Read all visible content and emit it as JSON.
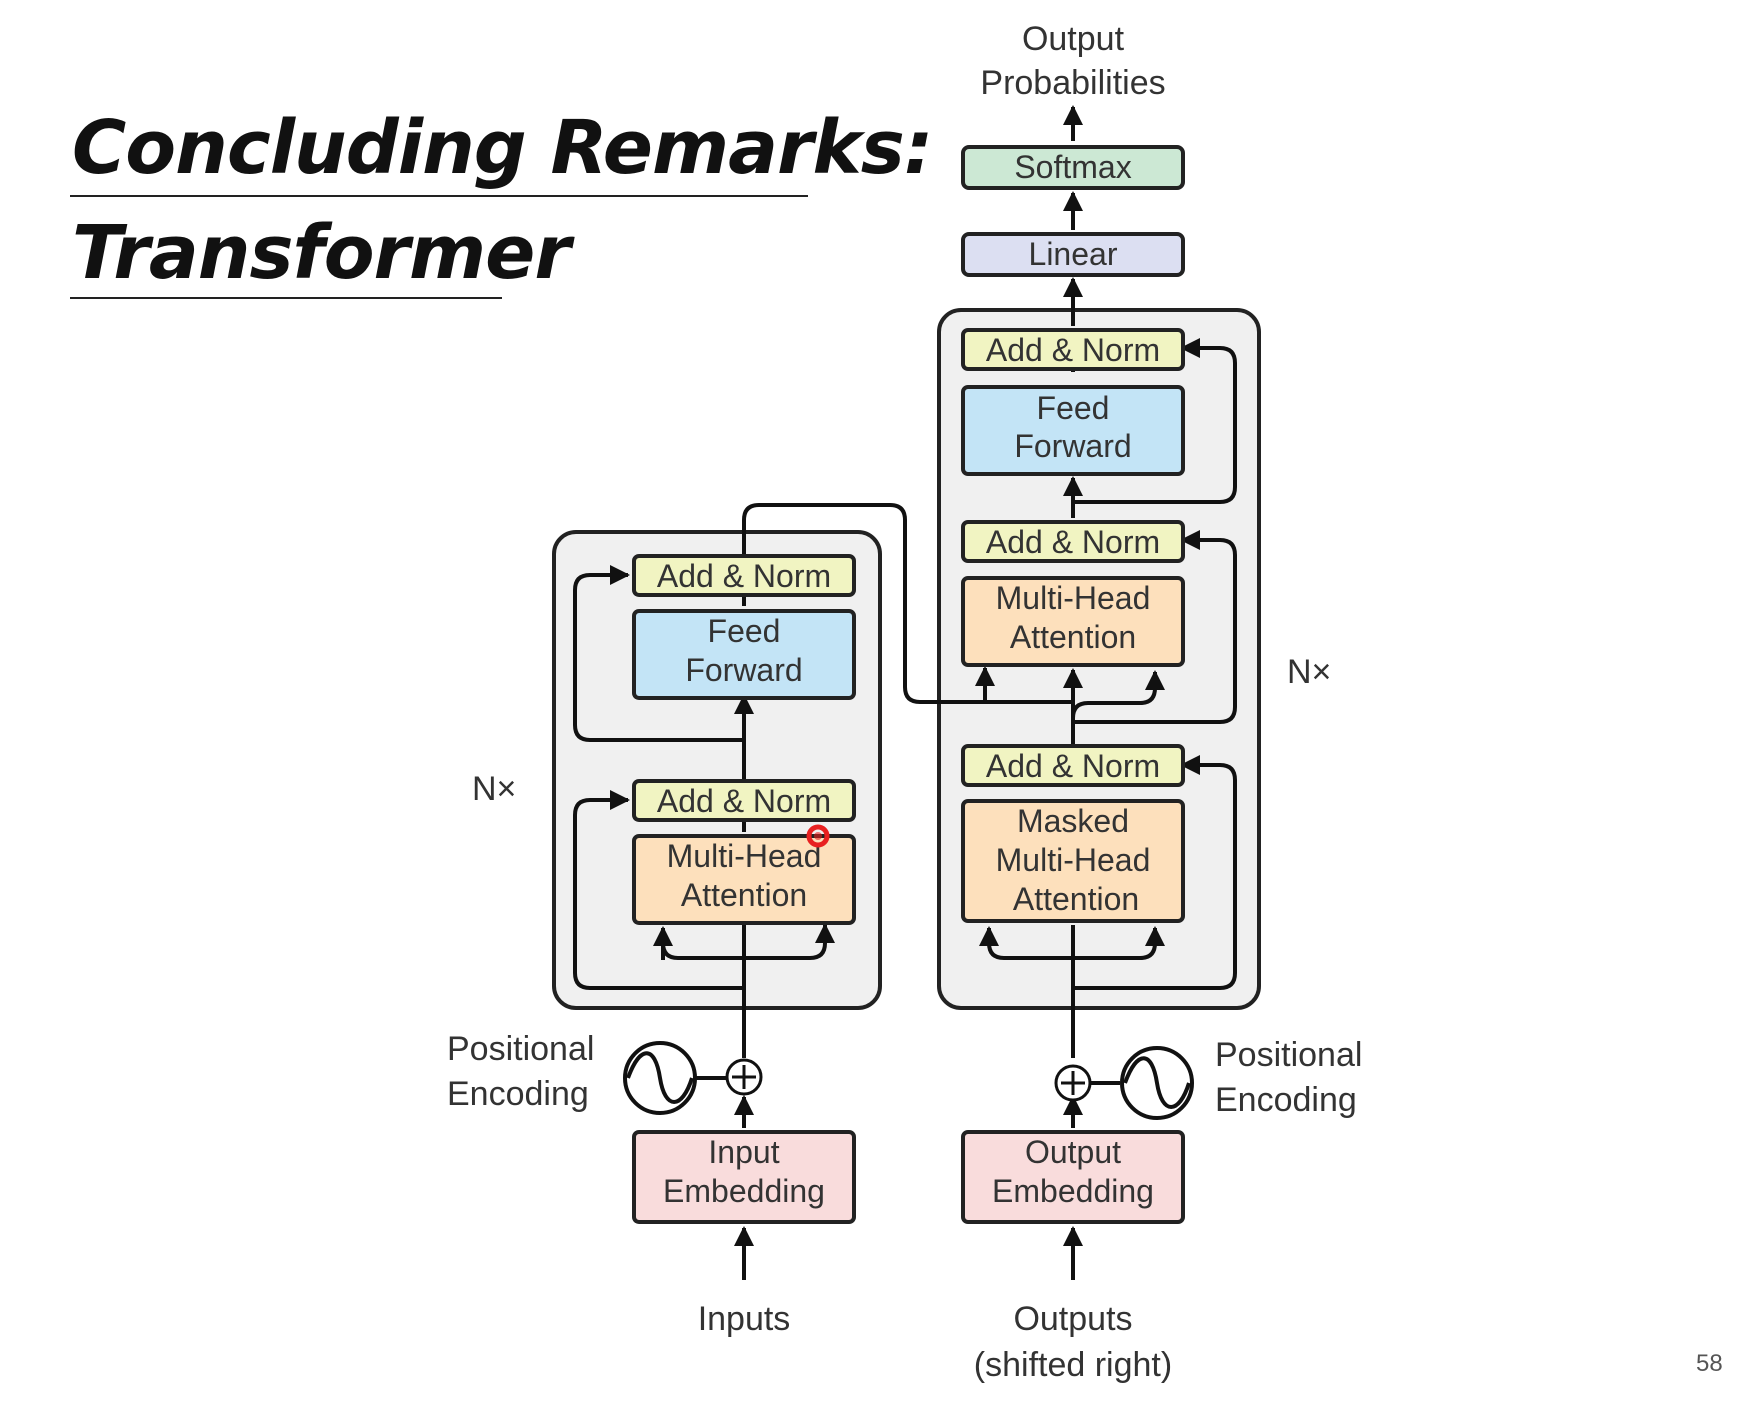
{
  "slide": {
    "title_line_1": "Concluding Remarks:",
    "title_line_2": "Transformer",
    "page_number": "58"
  },
  "diagram": {
    "output_label_1": "Output",
    "output_label_2": "Probabilities",
    "softmax": "Softmax",
    "linear": "Linear",
    "decoder": {
      "add_norm_top": "Add & Norm",
      "feed_forward_1": "Feed",
      "feed_forward_2": "Forward",
      "add_norm_mid": "Add & Norm",
      "cross_attention_1": "Multi-Head",
      "cross_attention_2": "Attention",
      "add_norm_bottom": "Add & Norm",
      "masked_attention_1": "Masked",
      "masked_attention_2": "Multi-Head",
      "masked_attention_3": "Attention",
      "repeat_label": "N×"
    },
    "encoder": {
      "add_norm_top": "Add & Norm",
      "feed_forward_1": "Feed",
      "feed_forward_2": "Forward",
      "add_norm_bottom": "Add & Norm",
      "attention_1": "Multi-Head",
      "attention_2": "Attention",
      "repeat_label": "N×"
    },
    "enc_positional_1": "Positional",
    "enc_positional_2": "Encoding",
    "dec_positional_1": "Positional",
    "dec_positional_2": "Encoding",
    "input_embedding_1": "Input",
    "input_embedding_2": "Embedding",
    "output_embedding_1": "Output",
    "output_embedding_2": "Embedding",
    "inputs_label": "Inputs",
    "outputs_label_1": "Outputs",
    "outputs_label_2": "(shifted right)",
    "colors": {
      "add_norm": "#f1f4c2",
      "feed_forward": "#c3e4f6",
      "attention": "#fde0bc",
      "embedding": "#f9dcdc",
      "softmax": "#cce8d4",
      "linear": "#dcdff2",
      "stack_background": "#f0f0f0",
      "pointer": "#e82020"
    }
  }
}
